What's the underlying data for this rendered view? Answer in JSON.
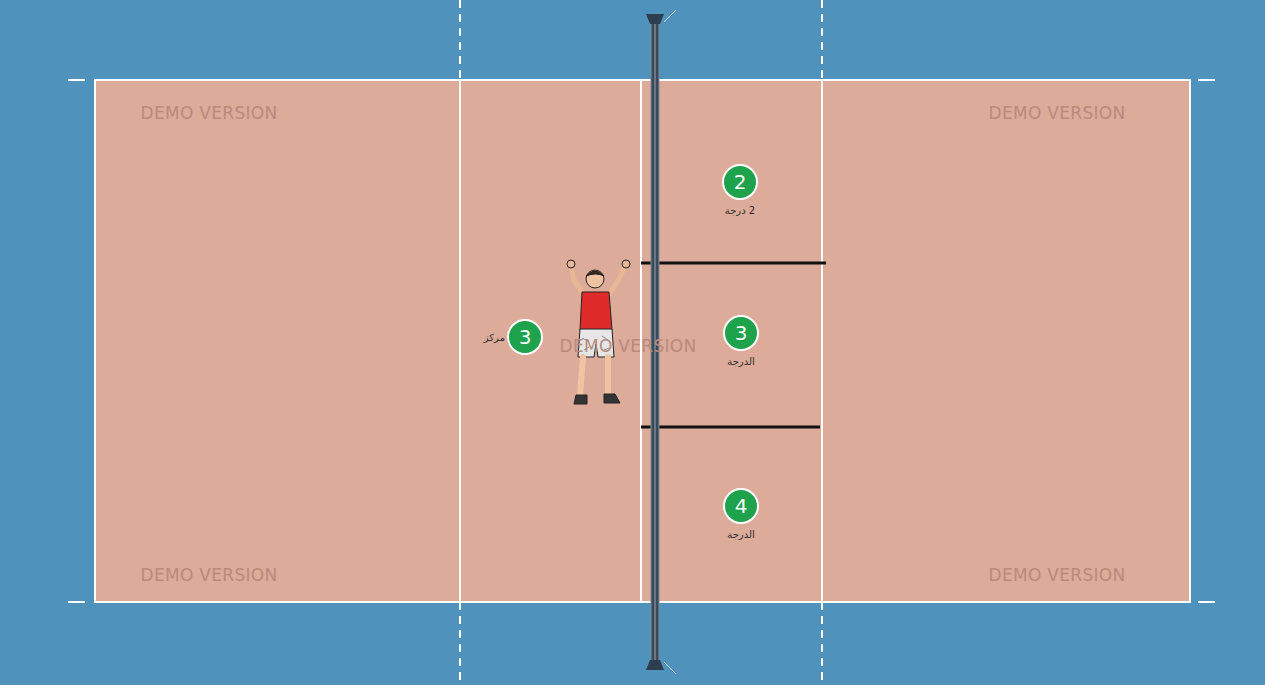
{
  "diagram": {
    "nodes": [
      {
        "text": [
          "2",
          "2 درجة"
        ]
      },
      {
        "text": [
          "3",
          "مركز"
        ]
      },
      {
        "text": [
          "3",
          "الدرجة"
        ]
      },
      {
        "text": [
          "4",
          "الدرجة"
        ]
      }
    ],
    "labels": [
      "DEMO VERSION",
      "DEMO VERSION",
      "DEMO VERSION",
      "DEMO VERSION",
      "DEMO VERSION"
    ]
  }
}
